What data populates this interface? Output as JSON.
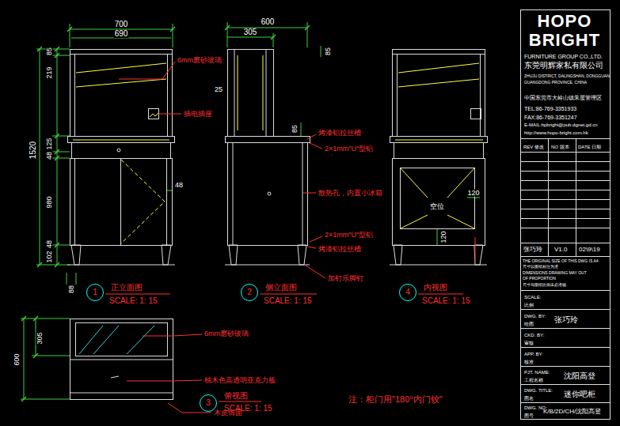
{
  "diagram": {
    "nodes": [
      {
        "text": [
          "1"
        ]
      },
      {
        "text": [
          "2"
        ]
      },
      {
        "text": [
          "4"
        ]
      },
      {
        "text": [
          "3"
        ]
      }
    ],
    "labels": [
      "700",
      "690",
      "85",
      "219",
      "1520",
      "125",
      "48",
      "980",
      "102",
      "48",
      "88",
      "6mm磨砂玻璃",
      "插电插座",
      "48",
      "600",
      "305",
      "85",
      "25",
      "85",
      "烤漆铝拉丝槽",
      "2×1mm\"U\"型铝",
      "散热孔，内置小冰箱",
      "2×1mm\"U\"型铝",
      "烤漆铝拉丝槽",
      "加钉乐脚钉",
      "空位",
      "120",
      "120",
      "正立面图",
      "SCALE: 1: 15",
      "侧立面图",
      "SCALE: 1: 15",
      "内视图",
      "SCALE: 1: 15",
      "305",
      "600",
      "6mm磨砂玻璃",
      "柚木色高透明亚克力板",
      "木皮饰面",
      "俯视图",
      "SCALE: 1: 15",
      "注：柜门用\"180°内门铰\"",
      "HOPO",
      "BRIGHT",
      "FURNITURE GROUP CO.,LTD.",
      "东莞明辉家私有限公司",
      "ZHUJU DISTRICT, DALINGSHAN, DONGGUAN",
      "GUANGDONG PROVINCE, CHINA",
      "中国东莞市大岭山镇朱屋管理区",
      "TEL:86-769-3351933",
      "FAX:86-769-3351247",
      "E-MAIL:hpbright@pub.dgnet.gd.cn",
      "http://www.hopo-bright.com.hk",
      "REV 修改",
      "NO 版本",
      "DATE 日期",
      "张巧玲",
      "V1.0",
      "02\\9\\19",
      "THE ORIGINAL SIZE OF THIS DWG IS A4",
      "尺寸以图纸标注为准",
      "DIMENSIONS DRAWING MAY OUT",
      "OF PROPORTION",
      "尺寸与图纸比例未必准确",
      "SCALE:",
      "比例",
      "DWG. BY:",
      "绘图",
      "张巧玲",
      "CKD. BY:",
      "审核",
      "APP. BY:",
      "核准",
      "PJT. NAME:",
      "工程名称",
      "沈阳高登",
      "DWG. TITLE:",
      "图名",
      "迷你吧柜",
      "DWG. NO:",
      "图号",
      "K/B/2D/CH/沈阳高登"
    ]
  }
}
